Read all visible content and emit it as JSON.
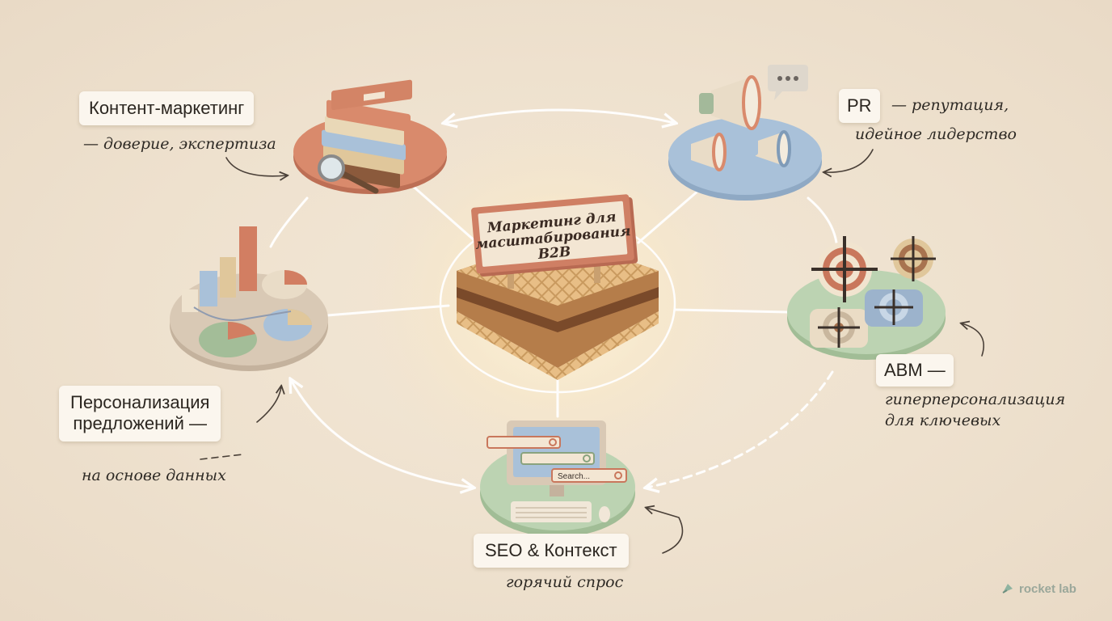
{
  "center": {
    "sign_lines": [
      "Маркетинг для",
      "масштабирования",
      "B2B"
    ]
  },
  "nodes": {
    "content": {
      "title": "Контент-маркетинг",
      "note": "— доверие, экспертиза",
      "icon": "books-icon"
    },
    "pr": {
      "title": "PR",
      "note_line1": "— репутация,",
      "note_line2": "идейное лидерство",
      "icon": "megaphone-icon"
    },
    "abm": {
      "title": "ABM —",
      "note_line1": "гиперперсонализация",
      "note_line2": "для ключевых",
      "icon": "target-icon"
    },
    "seo": {
      "title": "SEO & Контекст",
      "note": "горячий спрос",
      "search_placeholder": "Search...",
      "icon": "computer-icon"
    },
    "personalization": {
      "title_line1": "Персонализация",
      "title_line2": "предложений —",
      "note": "на основе данных",
      "icon": "charts-icon"
    }
  },
  "brand": {
    "name": "rocket lab",
    "icon": "rocket-lab-logo"
  },
  "colors": {
    "background": "#efe2cf",
    "terracotta": "#d98a6c",
    "blue": "#a9c1d9",
    "green": "#bcd3b2",
    "taupe": "#d9c9b5",
    "label_bg": "#fbf6ee"
  }
}
